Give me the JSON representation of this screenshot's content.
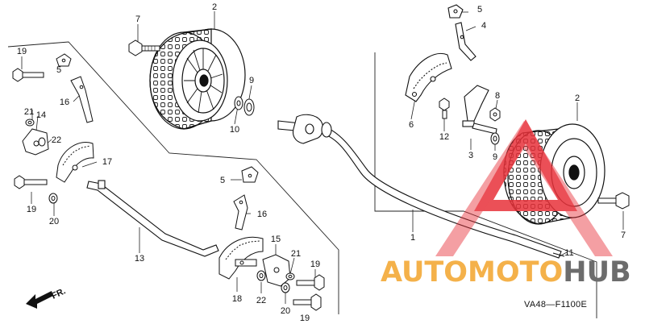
{
  "diagram": {
    "code": "VA48—F1100E",
    "direction_label": "FR.",
    "callouts": [
      "1",
      "2",
      "2",
      "3",
      "4",
      "5",
      "5",
      "6",
      "7",
      "7",
      "8",
      "9",
      "9",
      "10",
      "11",
      "12",
      "13",
      "14",
      "15",
      "16",
      "16",
      "17",
      "18",
      "19",
      "19",
      "19",
      "20",
      "20",
      "21",
      "21",
      "22",
      "22"
    ]
  },
  "watermark": {
    "part1": "AUTOMOTO",
    "part2": "HUB",
    "accent": "#f4b14a",
    "triangle": "#e8323a"
  }
}
